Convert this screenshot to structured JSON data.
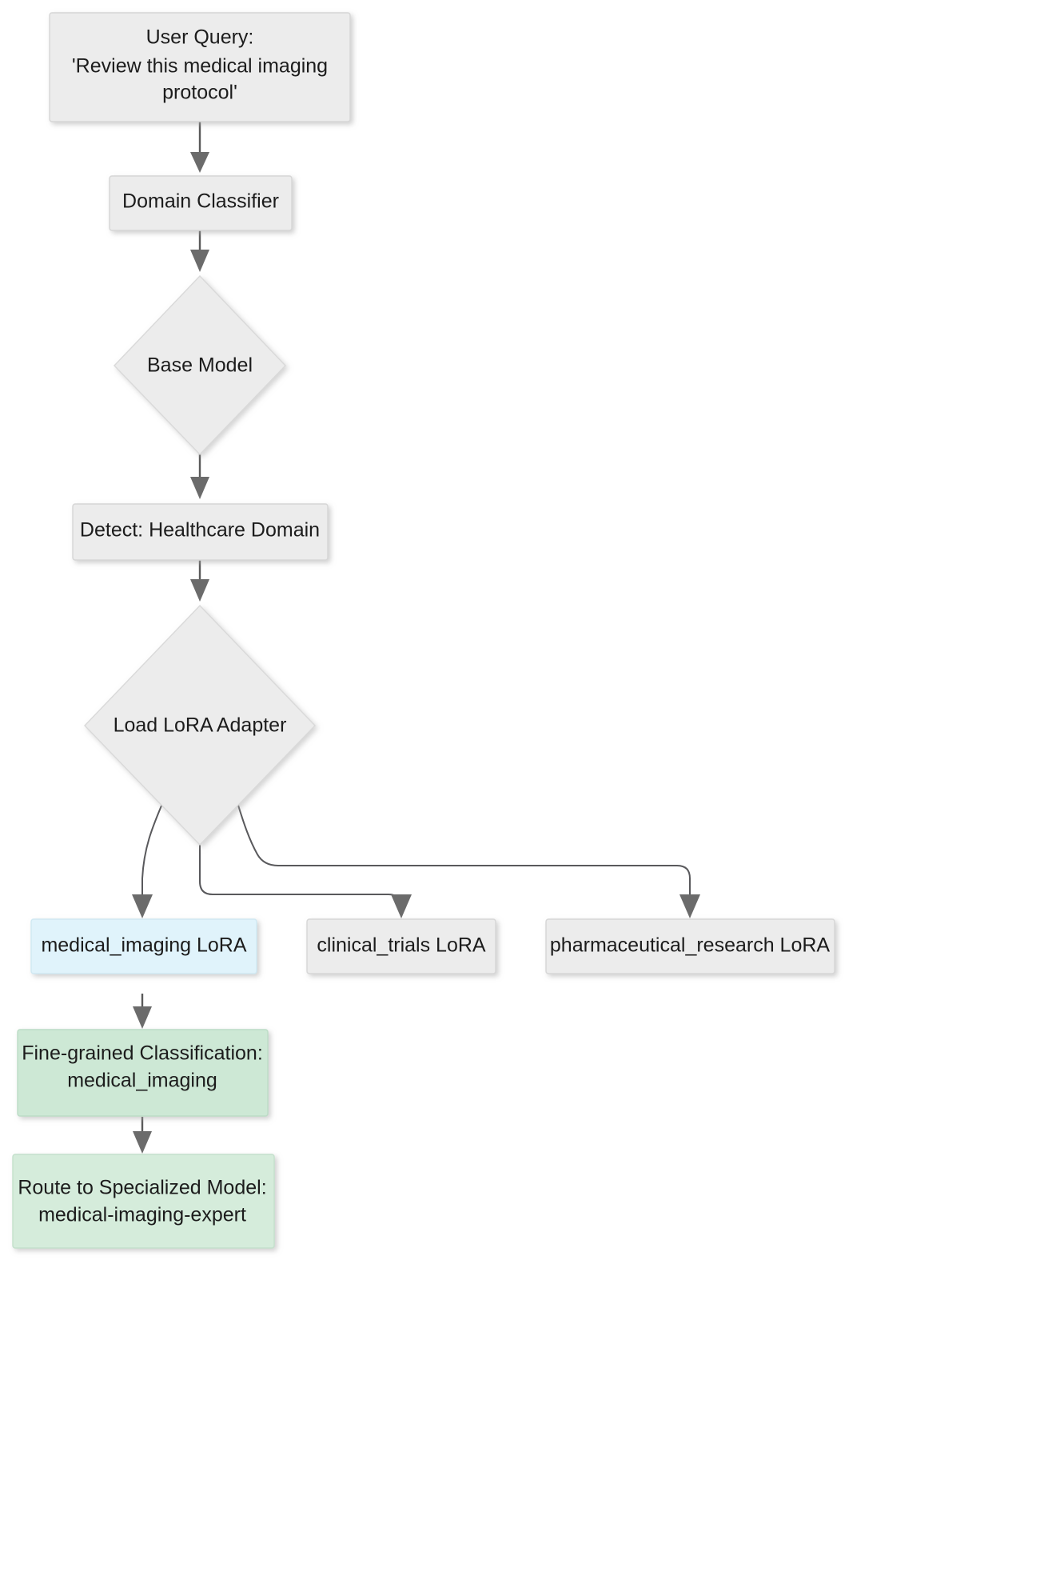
{
  "diagram": {
    "type": "flowchart",
    "direction": "top-down",
    "background": "#ffffff",
    "palette": {
      "default_fill": "#ececec",
      "default_stroke": "#d6d6d6",
      "highlight_blue_fill": "#e0f3fb",
      "highlight_blue_stroke": "#cfe8f2",
      "highlight_green_fill": "#cde8d5",
      "highlight_green_stroke": "#bcdcc6",
      "edge_color": "#5a5a5a",
      "arrow_color": "#6b6b6b",
      "text_color": "#1c1c1c"
    },
    "nodes": [
      {
        "id": "user-query",
        "shape": "rect",
        "style": "default",
        "lines": [
          "User Query:",
          "'Review this medical imaging",
          "protocol'"
        ]
      },
      {
        "id": "domain-classifier",
        "shape": "rect",
        "style": "default",
        "lines": [
          "Domain Classifier"
        ]
      },
      {
        "id": "base-model",
        "shape": "diamond",
        "style": "default",
        "lines": [
          "Base Model"
        ]
      },
      {
        "id": "detect-healthcare-domain",
        "shape": "rect",
        "style": "default",
        "lines": [
          "Detect: Healthcare Domain"
        ]
      },
      {
        "id": "load-lora-adapter",
        "shape": "diamond",
        "style": "default",
        "lines": [
          "Load LoRA Adapter"
        ]
      },
      {
        "id": "medical-imaging-lora",
        "shape": "rect",
        "style": "highlight-blue",
        "lines": [
          "medical_imaging LoRA"
        ]
      },
      {
        "id": "clinical-trials-lora",
        "shape": "rect",
        "style": "default",
        "lines": [
          "clinical_trials LoRA"
        ]
      },
      {
        "id": "pharmaceutical-research-lora",
        "shape": "rect",
        "style": "default",
        "lines": [
          "pharmaceutical_research LoRA"
        ]
      },
      {
        "id": "fine-grained-classification",
        "shape": "rect",
        "style": "highlight-green",
        "lines": [
          "Fine-grained Classification:",
          "medical_imaging"
        ]
      },
      {
        "id": "route-to-specialized-model",
        "shape": "rect",
        "style": "highlight-green-light",
        "lines": [
          "Route to Specialized Model:",
          "medical-imaging-expert"
        ]
      }
    ],
    "edges": [
      {
        "from": "user-query",
        "to": "domain-classifier",
        "arrow": true
      },
      {
        "from": "domain-classifier",
        "to": "base-model",
        "arrow": true
      },
      {
        "from": "base-model",
        "to": "detect-healthcare-domain",
        "arrow": true
      },
      {
        "from": "detect-healthcare-domain",
        "to": "load-lora-adapter",
        "arrow": true
      },
      {
        "from": "load-lora-adapter",
        "to": "medical-imaging-lora",
        "arrow": true
      },
      {
        "from": "load-lora-adapter",
        "to": "clinical-trials-lora",
        "arrow": true
      },
      {
        "from": "load-lora-adapter",
        "to": "pharmaceutical-research-lora",
        "arrow": true
      },
      {
        "from": "medical-imaging-lora",
        "to": "fine-grained-classification",
        "arrow": true
      },
      {
        "from": "fine-grained-classification",
        "to": "route-to-specialized-model",
        "arrow": true
      }
    ]
  }
}
